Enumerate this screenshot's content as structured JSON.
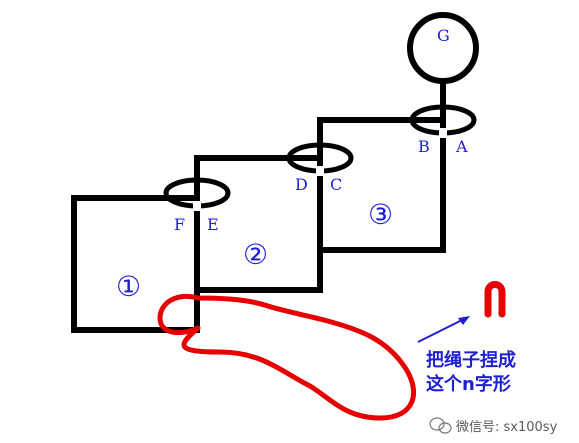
{
  "labels": {
    "G": "G",
    "A": "A",
    "B": "B",
    "C": "C",
    "D": "D",
    "E": "E",
    "F": "F"
  },
  "numbers": {
    "one": "①",
    "two": "②",
    "three": "③"
  },
  "instruction": {
    "line1": "把绳子捏成",
    "line2": "这个n字形"
  },
  "watermark": {
    "text": "微信号: sx100sy"
  },
  "colors": {
    "frame": "#000000",
    "rope": "#e60000",
    "label": "#1f1fd1",
    "arrow": "#1f1fd1"
  }
}
